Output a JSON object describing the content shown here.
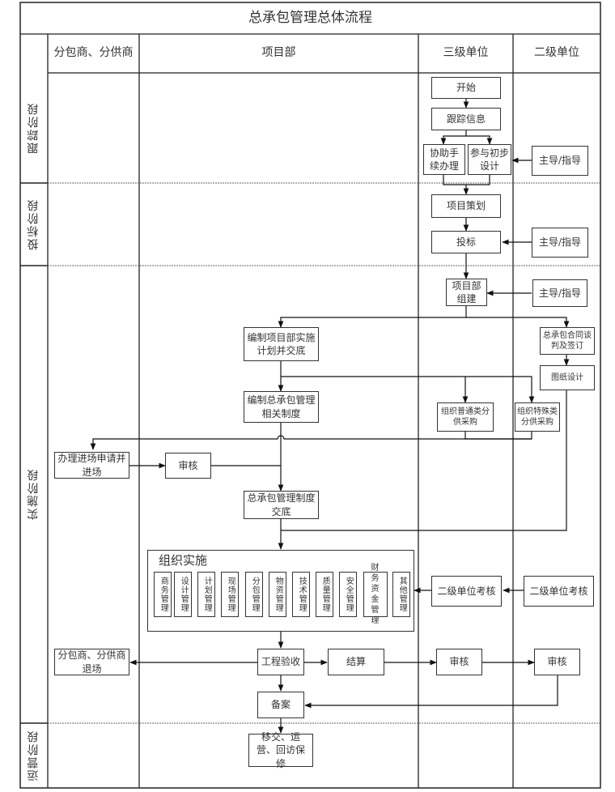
{
  "title": "总承包管理总体流程",
  "lanes": [
    "分包商、分供商",
    "项目部",
    "三级单位",
    "二级单位"
  ],
  "stages": [
    "跟踪阶段",
    "投标阶段",
    "实施阶段",
    "运营阶段"
  ],
  "nodes": {
    "start": "开始",
    "track_info": "跟踪信息",
    "assist_procedures": "协助手续办理",
    "initial_design": "参与初步设计",
    "lead_guide_1": "主导/指导",
    "project_planning": "项目策划",
    "bidding": "投标",
    "lead_guide_2": "主导/指导",
    "build_dept": "项目部组建",
    "lead_guide_3": "主导/指导",
    "contract_negotiation": "总承包合同谈判及签订",
    "drawing_design": "图纸设计",
    "compile_plan": "编制项目部实施计划并交底",
    "compile_rules": "编制总承包管理相关制度",
    "general_procurement": "组织普通类分供采购",
    "special_procurement": "组织特殊类分供采购",
    "entry_application": "办理进场申请并进场",
    "review_entry": "审核",
    "rules_briefing": "总承包管理制度交底",
    "secondary_assessment_l3": "二级单位考核",
    "secondary_assessment_l2": "二级单位考核",
    "sub_exit": "分包商、分供商退场",
    "acceptance": "工程验收",
    "settlement": "结算",
    "review_l3": "审核",
    "review_l2": "审核",
    "filing": "备案",
    "handover": "移交、运营、回访保修"
  },
  "implementation_group": {
    "title": "组织实施",
    "items": [
      "商务管理",
      "设计管理",
      "计划管理",
      "现场管理",
      "分包管理",
      "物资管理",
      "技术管理",
      "质量管理",
      "安全管理",
      "财务资金管理",
      "其他管理"
    ]
  }
}
